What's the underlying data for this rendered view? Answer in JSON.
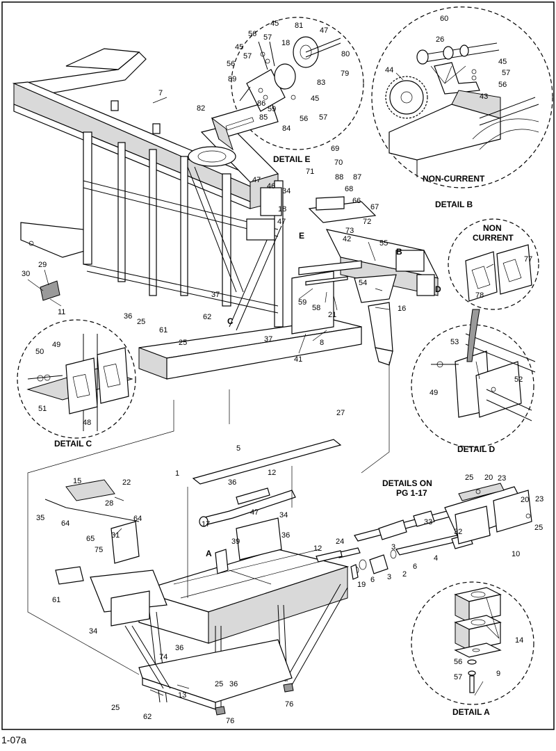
{
  "figure_id": "1-07a",
  "details": {
    "A": "DETAIL A",
    "B": "DETAIL B",
    "C": "DETAIL C",
    "D": "DETAIL D",
    "E": "DETAIL E"
  },
  "notes": {
    "non_current_b": "NON-CURRENT",
    "non_current_d_line1": "NON",
    "non_current_d_line2": "CURRENT",
    "details_on_line1": "DETAILS ON",
    "details_on_line2": "PG 1-17"
  },
  "view_letters": [
    "A",
    "B",
    "C",
    "D",
    "E"
  ],
  "parts": {
    "p1": "1",
    "p2": "2",
    "p3": "3",
    "p3b": "3",
    "p4": "4",
    "p5": "5",
    "p6": "6",
    "p6b": "6",
    "p7": "7",
    "p8": "8",
    "p9": "9",
    "p10": "10",
    "p11": "11",
    "p12": "12",
    "p12b": "12",
    "p13": "13",
    "p14": "14",
    "p15": "15",
    "p16": "16",
    "p17": "17",
    "p18": "18",
    "p18b": "18",
    "p19": "19",
    "p20": "20",
    "p20b": "20",
    "p21": "21",
    "p22": "22",
    "p23": "23",
    "p23b": "23",
    "p24": "24",
    "p25": "25",
    "p25b": "25",
    "p25c": "25",
    "p25d": "25",
    "p25e": "25",
    "p25f": "25",
    "p26": "26",
    "p27": "27",
    "p28": "28",
    "p29": "29",
    "p30": "30",
    "p31": "31",
    "p32": "32",
    "p33": "33",
    "p34": "34",
    "p34b": "34",
    "p34c": "34",
    "p35": "35",
    "p36": "36",
    "p36b": "36",
    "p36c": "36",
    "p36d": "36",
    "p36e": "36",
    "p37": "37",
    "p37b": "37",
    "p39": "39",
    "p41": "41",
    "p42": "42",
    "p43": "43",
    "p44": "44",
    "p45": "45",
    "p45b": "45",
    "p45c": "45",
    "p45d": "45",
    "p46": "46",
    "p47": "47",
    "p47b": "47",
    "p47c": "47",
    "p47d": "47",
    "p48": "48",
    "p49": "49",
    "p49b": "49",
    "p50": "50",
    "p51": "51",
    "p52": "52",
    "p53": "53",
    "p54": "54",
    "p55": "55",
    "p56": "56",
    "p56b": "56",
    "p56c": "56",
    "p56d": "56",
    "p56e": "56",
    "p57": "57",
    "p57b": "57",
    "p57c": "57",
    "p57d": "57",
    "p58": "58",
    "p59": "59",
    "p59b": "59",
    "p60": "60",
    "p61": "61",
    "p61b": "61",
    "p62": "62",
    "p62b": "62",
    "p64": "64",
    "p64b": "64",
    "p65": "65",
    "p66": "66",
    "p67": "67",
    "p68": "68",
    "p69": "69",
    "p70": "70",
    "p71": "71",
    "p72": "72",
    "p73": "73",
    "p74": "74",
    "p75": "75",
    "p76": "76",
    "p76b": "76",
    "p77": "77",
    "p78": "78",
    "p79": "79",
    "p80": "80",
    "p81": "81",
    "p82": "82",
    "p83": "83",
    "p84": "84",
    "p85": "85",
    "p86": "86",
    "p87": "87",
    "p88": "88",
    "p89": "89"
  }
}
